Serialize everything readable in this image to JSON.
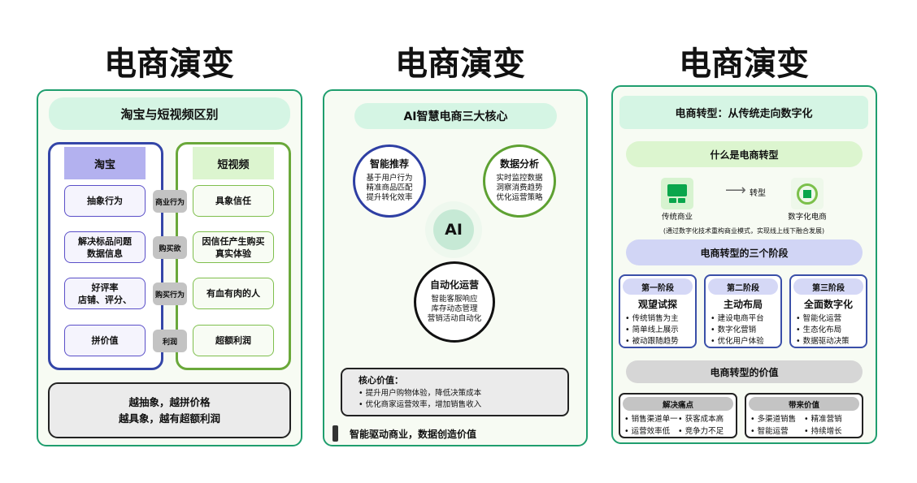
{
  "panels": [
    {
      "title": "电商演变",
      "header": "淘宝与短视频区别",
      "left": {
        "title": "淘宝",
        "items": [
          "抽象行为",
          "解决标品问题\n数据信息",
          "好评率\n店铺、评分、",
          "拼价值"
        ]
      },
      "middle": [
        "商业行为",
        "购买欲",
        "购买行为",
        "利润"
      ],
      "right": {
        "title": "短视频",
        "items": [
          "具象信任",
          "因信任产生购买\n真实体验",
          "有血有肉的人",
          "超额利润"
        ]
      },
      "footer": [
        "越抽象，越拼价格",
        "越具象，越有超额利润"
      ]
    },
    {
      "title": "电商演变",
      "header": "AI智慧电商三大核心",
      "center": "AI",
      "cores": [
        {
          "title": "智能推荐",
          "lines": [
            "基于用户行为",
            "精准商品匹配",
            "提升转化效率"
          ],
          "color": "#2e3fa3"
        },
        {
          "title": "数据分析",
          "lines": [
            "实时监控数据",
            "洞察消费趋势",
            "优化运营策略"
          ],
          "color": "#5ea132"
        },
        {
          "title": "自动化运营",
          "lines": [
            "智能客服响应",
            "库存动态管理",
            "营销活动自动化"
          ],
          "color": "#111111"
        }
      ],
      "value_title": "核心价值：",
      "values": [
        "提升用户购物体验，降低决策成本",
        "优化商家运营效率，增加销售收入"
      ],
      "slogan": "智能驱动商业，数据创造价值"
    },
    {
      "title": "电商演变",
      "header": "电商转型：从传统走向数字化",
      "what": "什么是电商转型",
      "from": "传统商业",
      "arrow": "转型",
      "to": "数字化电商",
      "note": "(通过数字化技术重构商业模式，实现线上线下融合发展)",
      "stages_title": "电商转型的三个阶段",
      "stages": [
        {
          "label": "第一阶段",
          "name": "观望试探",
          "points": [
            "传统销售为主",
            "简单线上展示",
            "被动跟随趋势"
          ]
        },
        {
          "label": "第二阶段",
          "name": "主动布局",
          "points": [
            "建设电商平台",
            "数字化营销",
            "优化用户体验"
          ]
        },
        {
          "label": "第三阶段",
          "name": "全面数字化",
          "points": [
            "智能化运营",
            "生态化布局",
            "数据驱动决策"
          ]
        }
      ],
      "value_title": "电商转型的价值",
      "boxes": [
        {
          "title": "解决痛点",
          "points": [
            "销售渠道单一",
            "获客成本高",
            "运营效率低",
            "竞争力不足"
          ]
        },
        {
          "title": "带来价值",
          "points": [
            "多渠道销售",
            "精准营销",
            "智能运营",
            "持续增长"
          ]
        }
      ]
    }
  ]
}
